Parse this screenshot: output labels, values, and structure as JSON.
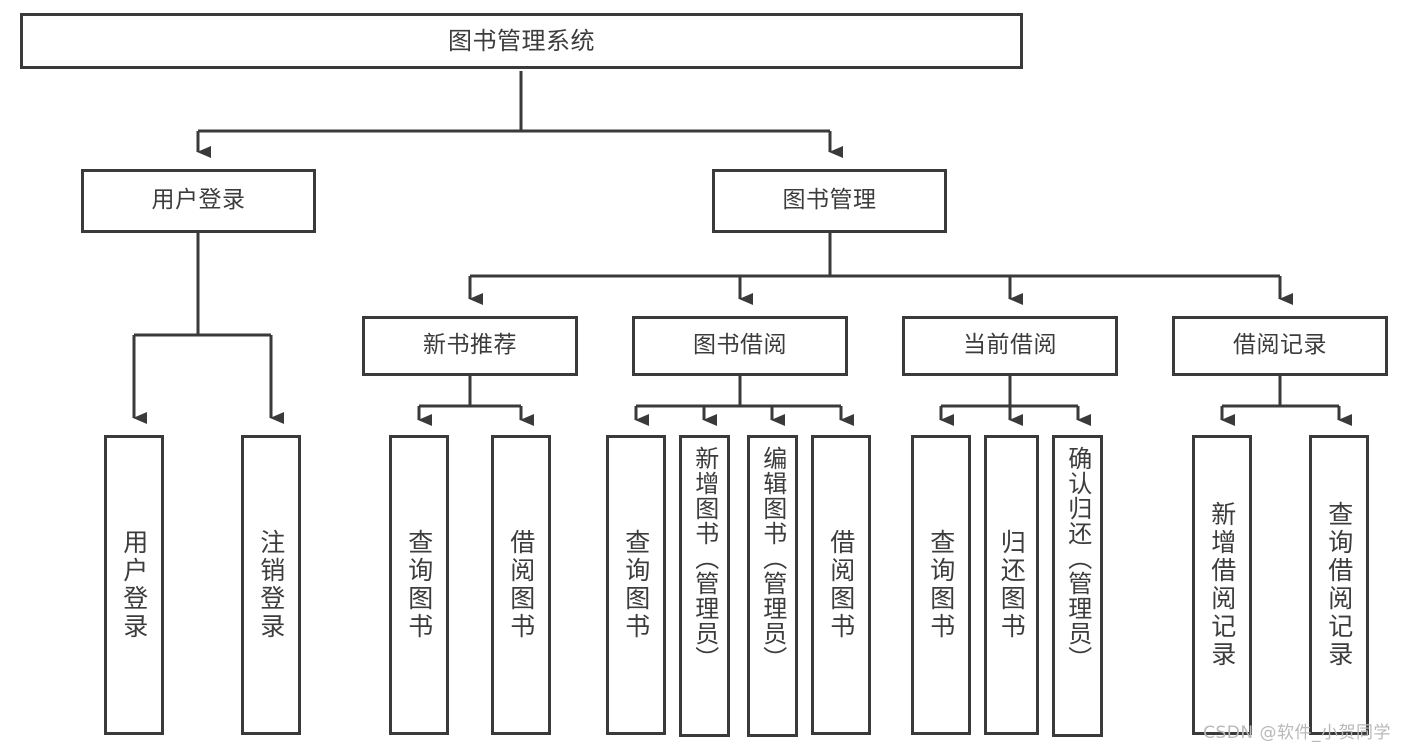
{
  "diagram": {
    "title": "图书管理系统",
    "watermark": "CSDN @软件_小贺同学",
    "colors": {
      "box_border": "#3a3a3a",
      "box_fill": "#ffffff",
      "connector": "#3a3a3a",
      "text": "#3c3c3c",
      "watermark": "#b9b9b9",
      "background": "#ffffff"
    }
  },
  "nodes": {
    "root": {
      "label": "图书管理系统"
    },
    "level2": [
      {
        "label": "用户登录"
      },
      {
        "label": "图书管理"
      }
    ],
    "level3": [
      {
        "label": "新书推荐"
      },
      {
        "label": "图书借阅"
      },
      {
        "label": "当前借阅"
      },
      {
        "label": "借阅记录"
      }
    ],
    "leaves": {
      "user_login": [
        {
          "label": "用户登录"
        },
        {
          "label": "注销登录"
        }
      ],
      "new_book_recommend": [
        {
          "label": "查询图书"
        },
        {
          "label": "借阅图书"
        }
      ],
      "book_borrow": [
        {
          "label": "查询图书"
        },
        {
          "label": "新增图书（管理员）"
        },
        {
          "label": "编辑图书（管理员）"
        },
        {
          "label": "借阅图书"
        }
      ],
      "current_borrow": [
        {
          "label": "查询图书"
        },
        {
          "label": "归还图书"
        },
        {
          "label": "确认归还（管理员）"
        }
      ],
      "borrow_record": [
        {
          "label": "新增借阅记录"
        },
        {
          "label": "查询借阅记录"
        }
      ]
    }
  }
}
